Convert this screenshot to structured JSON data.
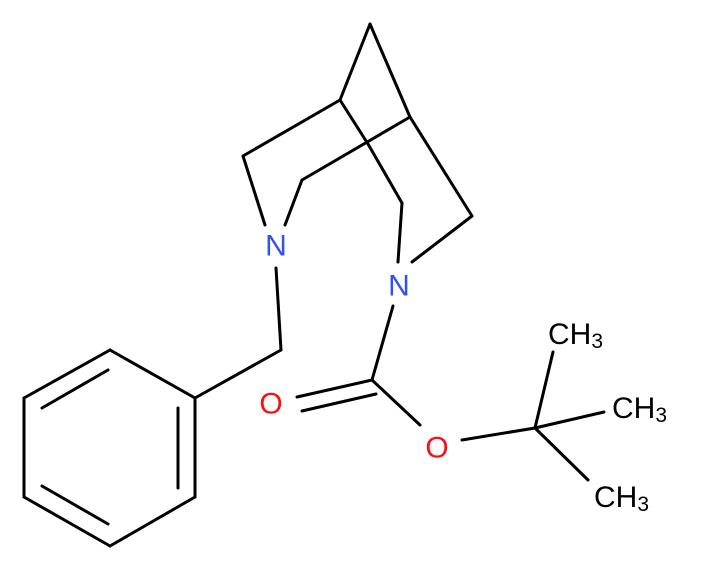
{
  "colors": {
    "bond": "#000000",
    "nitrogen": "#3050F8",
    "oxygen": "#FF0D0D",
    "carbon": "#000000"
  },
  "atoms": {
    "n1": {
      "symbol": "N"
    },
    "n2": {
      "symbol": "N"
    },
    "o_carbonyl": {
      "symbol": "O"
    },
    "o_ester": {
      "symbol": "O"
    },
    "methyl_1": {
      "text": "CH",
      "sub": "3"
    },
    "methyl_2": {
      "text": "CH",
      "sub": "3"
    },
    "methyl_3": {
      "text": "CH",
      "sub": "3"
    }
  }
}
